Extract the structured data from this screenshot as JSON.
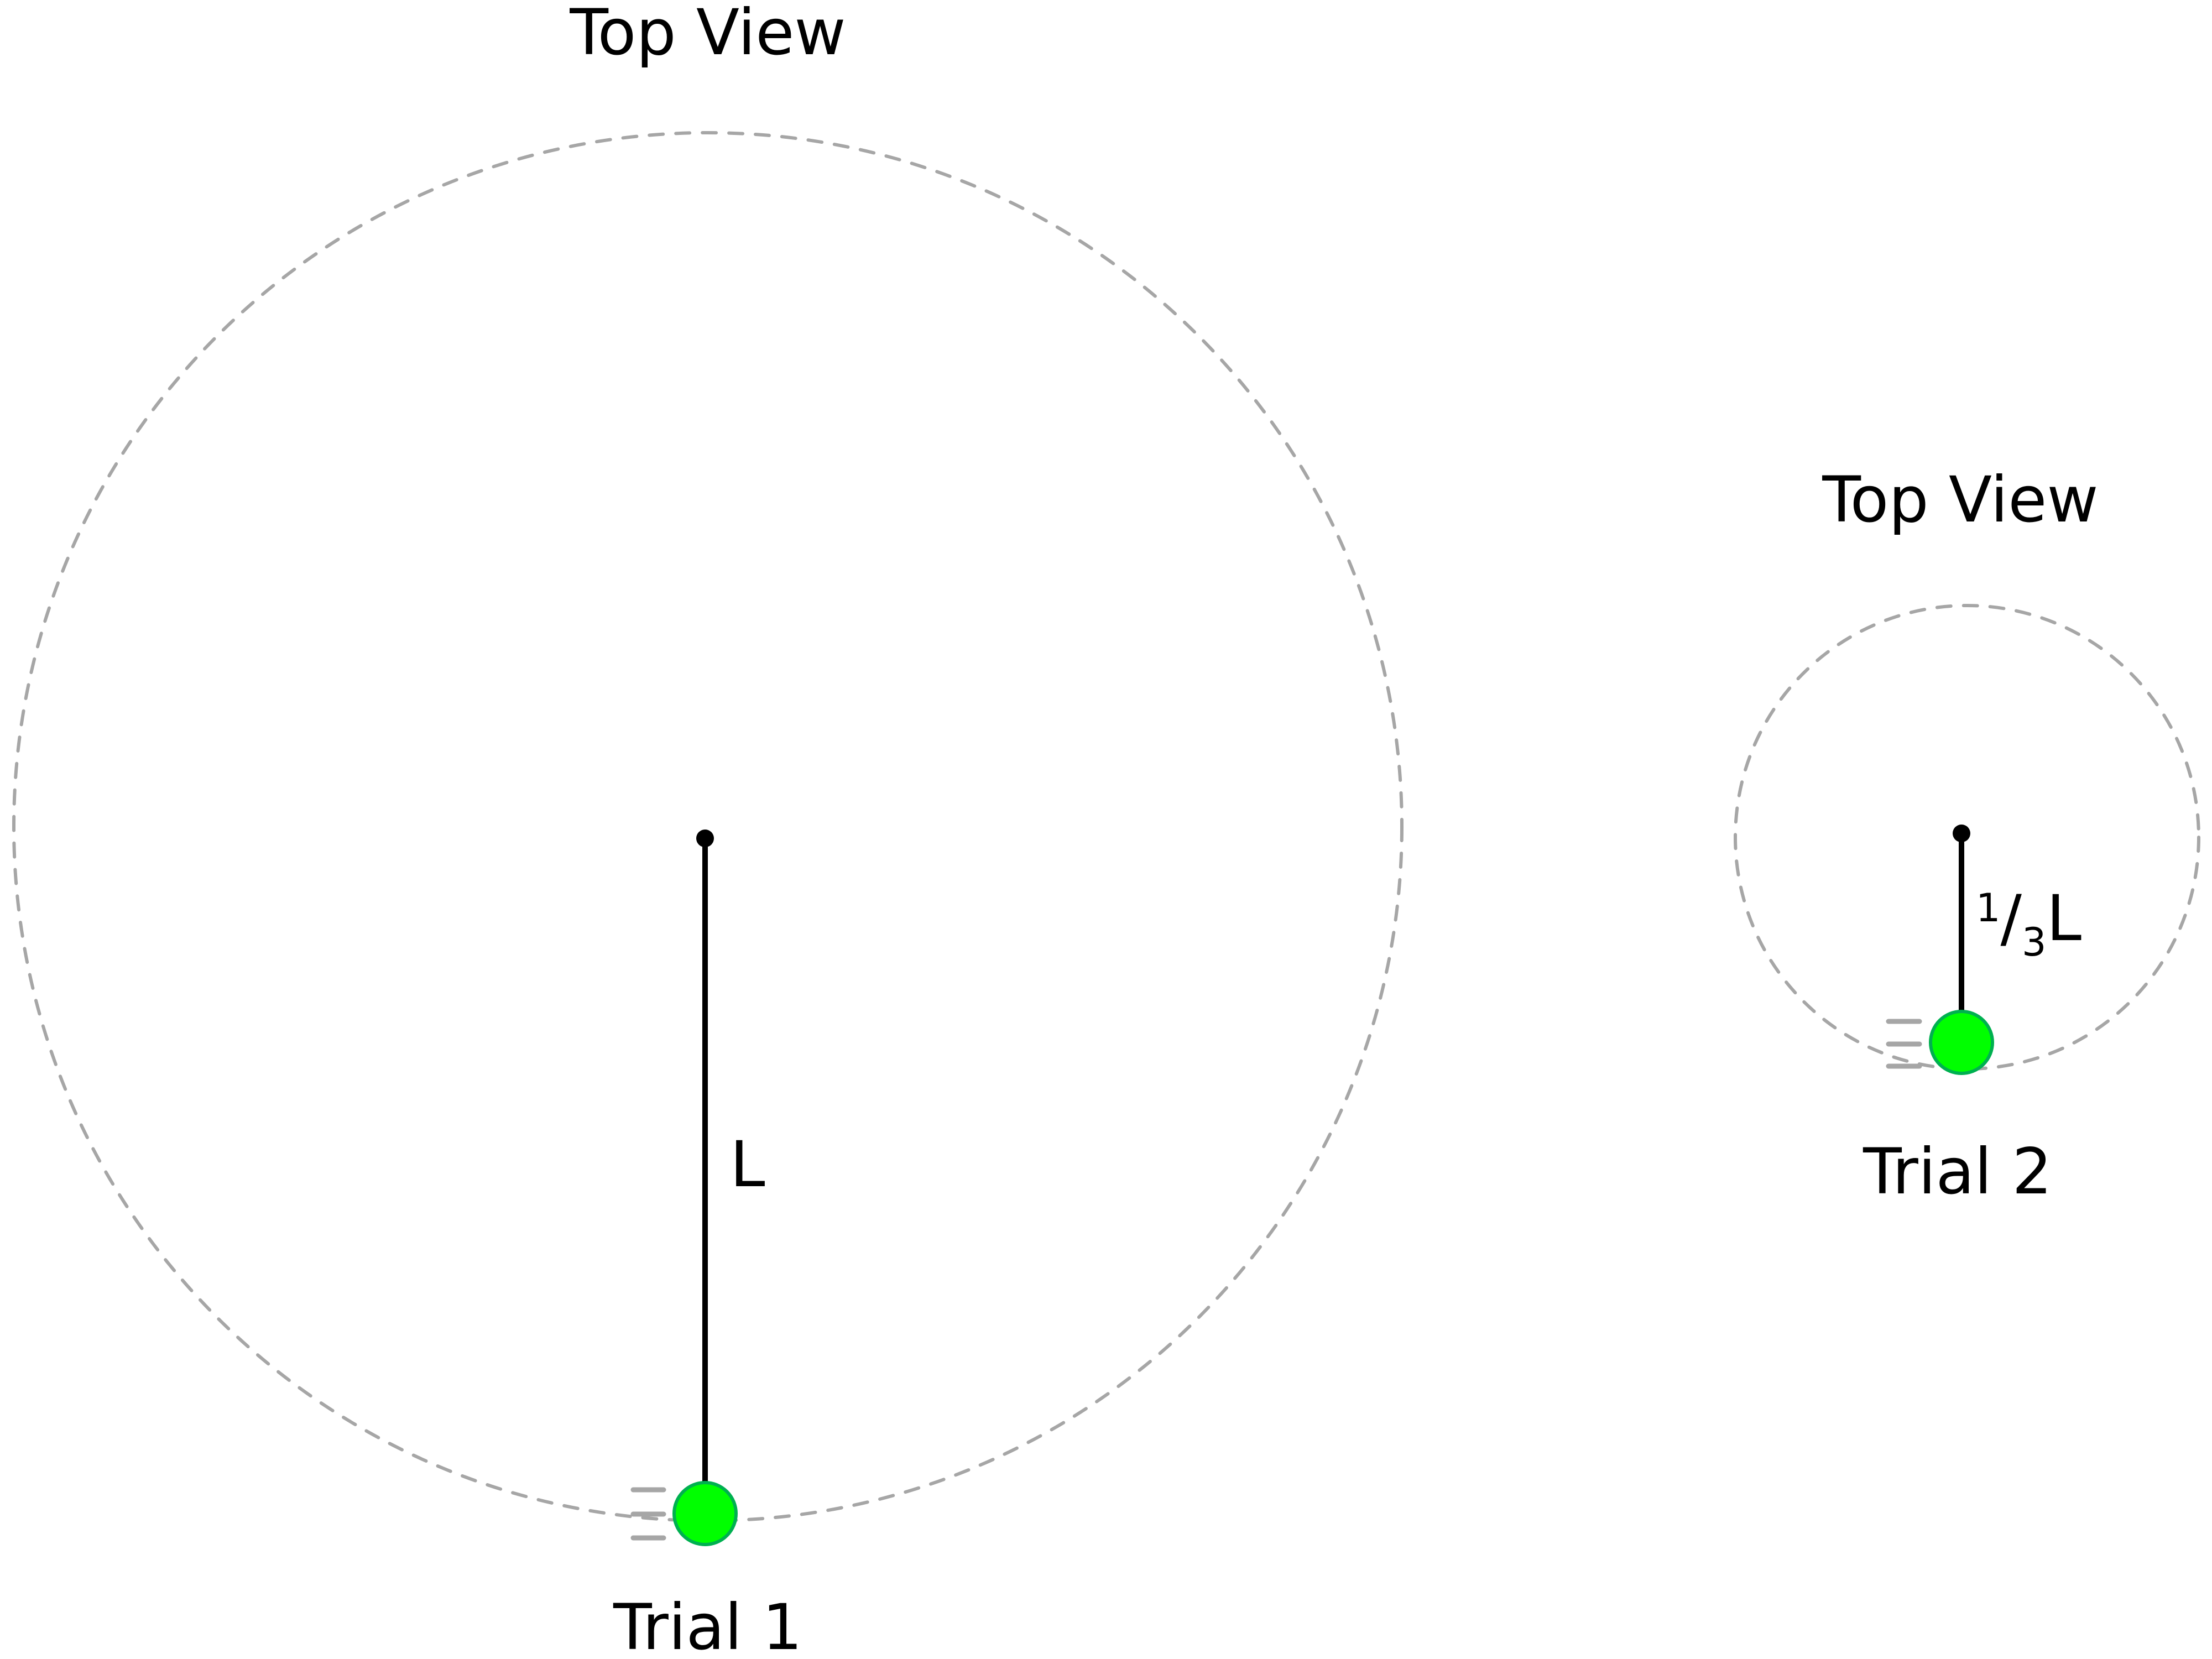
{
  "colors": {
    "path": "#a6a6a6",
    "ball_fill": "#00ff00",
    "ball_stroke": "#00b050",
    "string": "#000000",
    "text": "#000000"
  },
  "trials": [
    {
      "title": "Top View",
      "name": "Trial 1",
      "length_label": "L",
      "length_label_parts": {
        "whole": "L"
      }
    },
    {
      "title": "Top View",
      "name": "Trial 2",
      "length_label": "1/3L",
      "length_label_parts": {
        "numerator": "1",
        "slash": "/",
        "denominator": "3",
        "variable": "L"
      }
    }
  ],
  "icons": {
    "ball": "green-circle",
    "pivot": "black-dot",
    "motion_lines": "speed-lines-icon",
    "path": "dashed-circle"
  }
}
